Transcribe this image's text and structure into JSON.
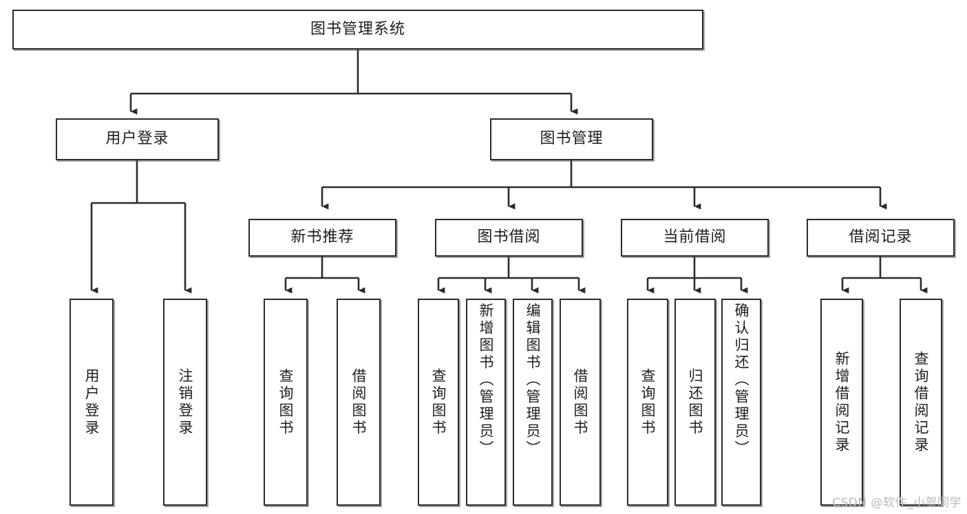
{
  "diagram": {
    "title": "图书管理系统",
    "type": "tree-hierarchy-chart",
    "colors": {
      "background": "#ffffff",
      "box_fill": "#ffffff",
      "box_stroke": "#2b2b2b",
      "connector": "#2b2b2b",
      "text": "#1d1d1d",
      "watermark": "#b9b9b9"
    },
    "root": {
      "id": "root",
      "label": "图书管理系统"
    },
    "level1": [
      {
        "id": "user-login",
        "label": "用户登录"
      },
      {
        "id": "book-manage",
        "label": "图书管理"
      }
    ],
    "level2": [
      {
        "id": "new-book-recommend",
        "label": "新书推荐",
        "parent": "book-manage"
      },
      {
        "id": "book-borrow",
        "label": "图书借阅",
        "parent": "book-manage"
      },
      {
        "id": "current-borrow",
        "label": "当前借阅",
        "parent": "book-manage"
      },
      {
        "id": "borrow-record",
        "label": "借阅记录",
        "parent": "book-manage"
      }
    ],
    "leaves": {
      "user-login": [
        {
          "id": "leaf-user-login",
          "label": "用户登录"
        },
        {
          "id": "leaf-logout",
          "label": "注销登录"
        }
      ],
      "new-book-recommend": [
        {
          "id": "leaf-query-book-1",
          "label": "查询图书"
        },
        {
          "id": "leaf-borrow-book-1",
          "label": "借阅图书"
        }
      ],
      "book-borrow": [
        {
          "id": "leaf-query-book-2",
          "label": "查询图书"
        },
        {
          "id": "leaf-add-book",
          "label": "新增图书（管理员）"
        },
        {
          "id": "leaf-edit-book",
          "label": "编辑图书（管理员）"
        },
        {
          "id": "leaf-borrow-book-2",
          "label": "借阅图书"
        }
      ],
      "current-borrow": [
        {
          "id": "leaf-query-book-3",
          "label": "查询图书"
        },
        {
          "id": "leaf-return-book",
          "label": "归还图书"
        },
        {
          "id": "leaf-confirm-return",
          "label": "确认归还（管理员）"
        }
      ],
      "borrow-record": [
        {
          "id": "leaf-add-record",
          "label": "新增借阅记录"
        },
        {
          "id": "leaf-query-record",
          "label": "查询借阅记录"
        }
      ]
    }
  },
  "watermark": {
    "text": "CSDN @软件_小贺同学"
  }
}
